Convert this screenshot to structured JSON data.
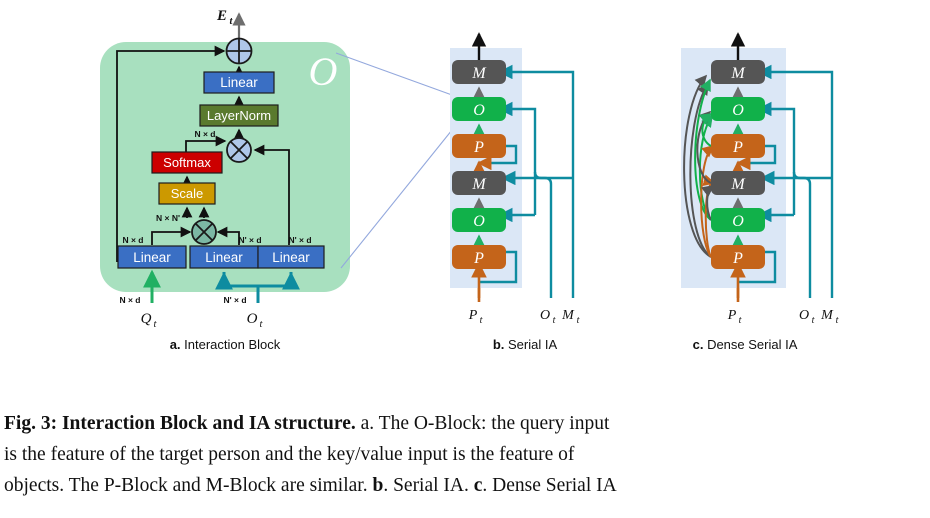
{
  "figure": {
    "number": "Fig. 3:",
    "title": "Interaction Block and IA structure.",
    "caption_lines": [
      {
        "pre_bold": "Fig. 3:",
        "bold": "Interaction Block and IA structure.",
        "rest": " a. The O-Block: the query input"
      },
      {
        "rest": "is the feature of the target person and the key/value input is the feature of"
      },
      {
        "rest": "objects. The P-Block and M-Block are similar. b. Serial IA. c. Dense Serial IA"
      }
    ],
    "caption_full": "Fig. 3: Interaction Block and IA structure. a. The O-Block: the query input is the feature of the target person and the key/value input is the feature of objects. The P-Block and M-Block are similar. b. Serial IA. c. Dense Serial IA"
  },
  "panels": [
    {
      "id": "a",
      "letter": "a.",
      "label": "Interaction Block"
    },
    {
      "id": "b",
      "letter": "b.",
      "label": "Serial IA"
    },
    {
      "id": "c",
      "letter": "c.",
      "label": "Dense Serial IA"
    }
  ],
  "panel_a": {
    "watermark": "O",
    "output_label": "E_t",
    "output_label_text": "E",
    "output_label_sub": "t",
    "blocks": [
      {
        "name": "linear-top",
        "label": "Linear",
        "color": "#3a6fc4"
      },
      {
        "name": "layernorm",
        "label": "LayerNorm",
        "color": "#5a7a2e"
      },
      {
        "name": "softmax",
        "label": "Softmax",
        "color": "#cc0000"
      },
      {
        "name": "scale",
        "label": "Scale",
        "color": "#cc9900"
      },
      {
        "name": "linear-q",
        "label": "Linear",
        "color": "#3a6fc4"
      },
      {
        "name": "linear-k",
        "label": "Linear",
        "color": "#3a6fc4"
      },
      {
        "name": "linear-v",
        "label": "Linear",
        "color": "#3a6fc4"
      }
    ],
    "operators": [
      {
        "name": "add-circle",
        "glyph": "+",
        "color": "#aec6e8"
      },
      {
        "name": "matmul-top",
        "glyph": "x",
        "color": "#aec6e8"
      },
      {
        "name": "matmul-bottom",
        "glyph": "x",
        "color": "#7cb8a4"
      }
    ],
    "dim_labels": {
      "attn_out": "N × d",
      "attn_scores": "N × N'",
      "q_linear": "N × d",
      "k_linear": "N' × d",
      "v_linear": "N' × d",
      "q_input": "N × d",
      "o_input": "N' × d"
    },
    "inputs": [
      {
        "name": "query-input",
        "text": "Q",
        "sub": "t",
        "dim": "N × d",
        "color": "#21b063"
      },
      {
        "name": "object-input",
        "text": "O",
        "sub": "t",
        "dim": "N' × d",
        "color": "#0e8ca0"
      }
    ],
    "bg_color": "#a8e0bf"
  },
  "panel_b": {
    "stack": [
      {
        "name": "m-block",
        "glyph": "M",
        "color": "#555555",
        "kind": "M"
      },
      {
        "name": "o-block",
        "glyph": "O",
        "color": "#11b14a",
        "kind": "O"
      },
      {
        "name": "p-block",
        "glyph": "P",
        "color": "#c4641a",
        "kind": "P"
      },
      {
        "name": "m-block",
        "glyph": "M",
        "color": "#555555",
        "kind": "M"
      },
      {
        "name": "o-block",
        "glyph": "O",
        "color": "#11b14a",
        "kind": "O"
      },
      {
        "name": "p-block",
        "glyph": "P",
        "color": "#c4641a",
        "kind": "P"
      }
    ],
    "inputs": [
      {
        "name": "p-input",
        "text": "P",
        "sub": "t",
        "color": "#c4641a"
      },
      {
        "name": "o-input",
        "text": "O",
        "sub": "t",
        "color": "#0e8ca0"
      },
      {
        "name": "m-input",
        "text": "M",
        "sub": "t",
        "color": "#0e8ca0"
      }
    ],
    "bg_color": "#dbe7f6"
  },
  "panel_c": {
    "stack": [
      {
        "name": "m-block",
        "glyph": "M",
        "color": "#555555",
        "kind": "M"
      },
      {
        "name": "o-block",
        "glyph": "O",
        "color": "#11b14a",
        "kind": "O"
      },
      {
        "name": "p-block",
        "glyph": "P",
        "color": "#c4641a",
        "kind": "P"
      },
      {
        "name": "m-block",
        "glyph": "M",
        "color": "#555555",
        "kind": "M"
      },
      {
        "name": "o-block",
        "glyph": "O",
        "color": "#11b14a",
        "kind": "O"
      },
      {
        "name": "p-block",
        "glyph": "P",
        "color": "#c4641a",
        "kind": "P"
      }
    ],
    "inputs": [
      {
        "name": "p-input",
        "text": "P",
        "sub": "t",
        "color": "#c4641a"
      },
      {
        "name": "o-input",
        "text": "O",
        "sub": "t",
        "color": "#0e8ca0"
      },
      {
        "name": "m-input",
        "text": "M",
        "sub": "t",
        "color": "#0e8ca0"
      }
    ],
    "dense_link_colors": [
      "#555555",
      "#11b14a",
      "#c4641a"
    ],
    "bg_color": "#dbe7f6"
  },
  "colors": {
    "linear": "#3a6fc4",
    "layernorm": "#5a7a2e",
    "softmax": "#cc0000",
    "scale": "#cc9900",
    "m_block": "#555555",
    "o_block": "#11b14a",
    "p_block": "#c4641a",
    "teal": "#0e8ca0",
    "green_arrow": "#21b063",
    "panel_a_bg": "#a8e0bf",
    "panel_bc_bg": "#dbe7f6",
    "connector": "#93a8dd"
  }
}
